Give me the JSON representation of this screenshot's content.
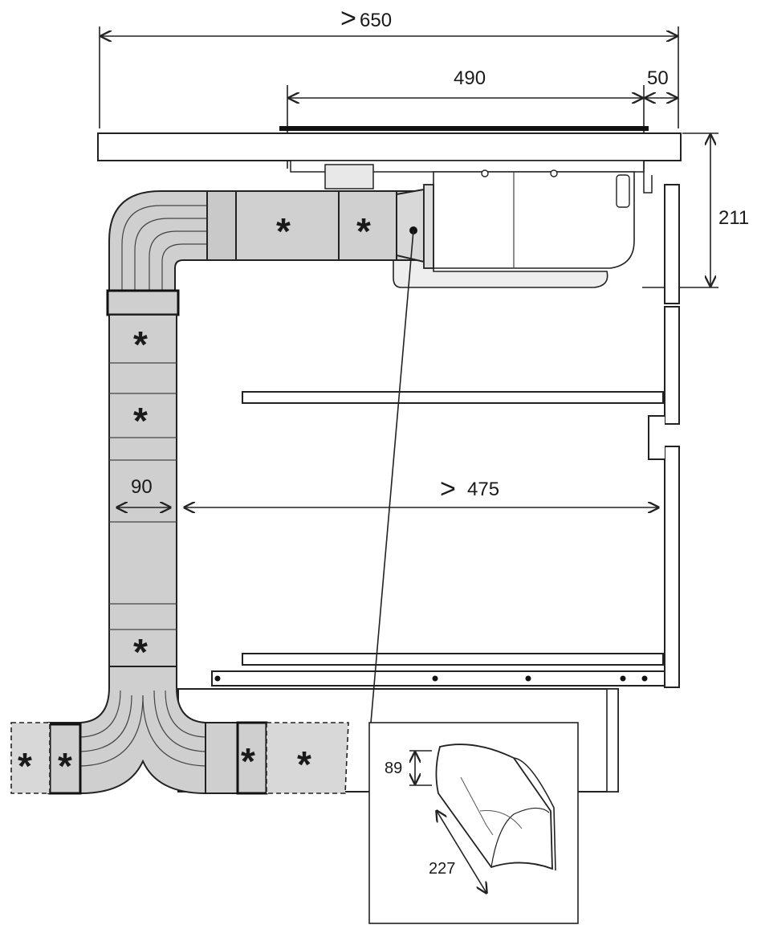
{
  "dimensions": {
    "overall_width": "650",
    "overall_width_prefix": ">",
    "hob_width": "490",
    "edge_offset": "50",
    "hob_depth": "211",
    "duct_width": "90",
    "clearance": "475",
    "clearance_prefix": ">",
    "adapter_height": "89",
    "adapter_length": "227"
  },
  "markers": {
    "asterisk": "*"
  }
}
